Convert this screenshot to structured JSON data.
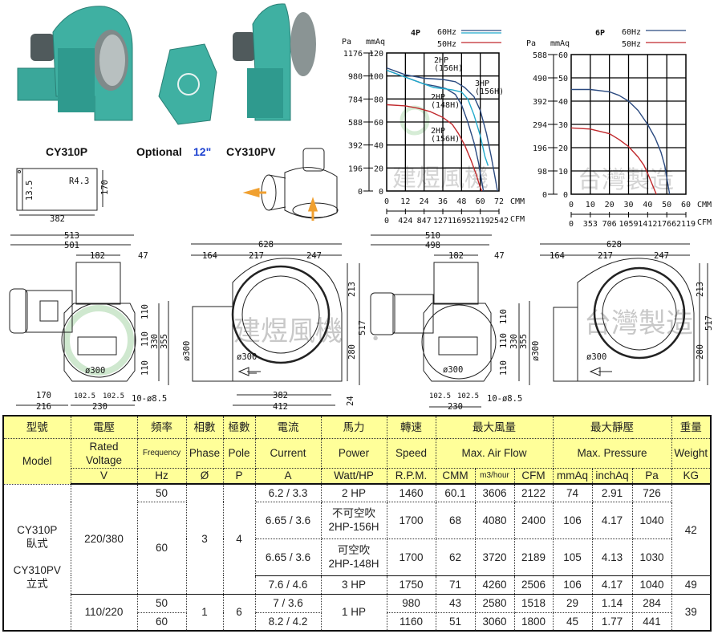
{
  "products": {
    "horizontal_label": "CY310P",
    "optional_label": "Optional",
    "optional_size": "12\"",
    "vertical_label": "CY310PV"
  },
  "watermark": {
    "text_left": "建煜風機",
    "dot": "．",
    "text_right": "台灣製造",
    "photo_badge": "建煜風機 台灣製造"
  },
  "plate_drawing": {
    "r": "R4.3",
    "h": "13.5",
    "height": "170",
    "width": "382"
  },
  "drawings": {
    "view1": [
      "513",
      "501",
      "182",
      "47",
      "110",
      "110",
      "110",
      "330",
      "355",
      "170",
      "102.5",
      "102.5",
      "10-ø8.5",
      "216",
      "230",
      "ø300"
    ],
    "view2": [
      "628",
      "164",
      "217",
      "247",
      "213",
      "517",
      "280",
      "ø300",
      "ø300",
      "382",
      "412",
      "24"
    ],
    "view3": [
      "510",
      "498",
      "182",
      "47",
      "110",
      "110",
      "110",
      "330",
      "355",
      "ø300",
      "102.5",
      "102.5",
      "10-ø8.5",
      "230"
    ],
    "view4": [
      "628",
      "164",
      "217",
      "247",
      "213",
      "517",
      "280",
      "ø300",
      "ø300"
    ]
  },
  "colors": {
    "dark_blue": "#2b4a80",
    "cyan": "#22aacc",
    "red": "#c0282c",
    "header_bg": "#ffff99",
    "teal": "#3aa79a"
  },
  "chart_data": [
    {
      "type": "line",
      "title": "4P",
      "legend": [
        {
          "label": "60Hz",
          "colors": [
            "#2b4a80",
            "#22aacc"
          ]
        },
        {
          "label": "50Hz",
          "colors": [
            "#c0282c"
          ]
        }
      ],
      "legend_placement": "top-right",
      "ylabel_left": "Pa",
      "ylabel": "mmAq",
      "xlabel": "CMM",
      "xlabel2": "CFM",
      "xlim": [
        0,
        72
      ],
      "ylim": [
        0,
        120
      ],
      "x_ticks": [
        "0",
        "12",
        "24",
        "36",
        "48",
        "60",
        "72"
      ],
      "y_ticks": [
        "0",
        "20",
        "40",
        "60",
        "80",
        "100",
        "120"
      ],
      "pa_ticks": [
        "0",
        "196",
        "392",
        "588",
        "784",
        "980",
        "1176"
      ],
      "cfm_ticks": [
        "0",
        "424",
        "847",
        "1271",
        "1695",
        "2119",
        "2542"
      ],
      "grid": true,
      "series": [
        {
          "name": "3HP (156H) 60Hz",
          "color": "#2b4a80",
          "x": [
            0,
            12,
            24,
            36,
            44,
            50,
            56,
            60,
            64,
            67,
            70,
            71
          ],
          "y": [
            107,
            101,
            98,
            97,
            95,
            90,
            82,
            70,
            50,
            30,
            8,
            0
          ]
        },
        {
          "name": "2HP (148H) 60Hz",
          "color": "#2b4a80",
          "x": [
            0,
            12,
            24,
            32,
            38,
            44,
            48,
            52,
            56,
            59,
            61,
            62
          ],
          "y": [
            105,
            99,
            93,
            91,
            89,
            84,
            75,
            60,
            42,
            24,
            8,
            0
          ]
        },
        {
          "name": "2HP (156H) 60Hz",
          "color": "#22aacc",
          "x": [
            0,
            12,
            24,
            30,
            36,
            42,
            48,
            52,
            56,
            60,
            63,
            65
          ],
          "y": [
            105,
            99,
            93,
            90,
            89,
            88,
            86,
            80,
            66,
            48,
            30,
            22
          ]
        },
        {
          "name": "2HP (156H) 50Hz",
          "color": "#c0282c",
          "x": [
            0,
            12,
            20,
            28,
            36,
            42,
            46,
            50,
            54,
            57,
            60,
            61
          ],
          "y": [
            75,
            74,
            72,
            69,
            64,
            58,
            50,
            40,
            27,
            16,
            3,
            0
          ]
        }
      ],
      "annotations": [
        {
          "text": [
            "2HP",
            "(156H)"
          ],
          "color": "#22aacc"
        },
        {
          "text": [
            "3HP",
            "(156H)"
          ],
          "color": "#2b4a80"
        },
        {
          "text": [
            "2HP",
            "(148H)"
          ],
          "color": "#2b4a80"
        },
        {
          "text": [
            "2HP",
            "(156H)"
          ],
          "color": "#c0282c"
        }
      ]
    },
    {
      "type": "line",
      "title": "6P",
      "legend": [
        {
          "label": "60Hz",
          "colors": [
            "#2b4a80"
          ]
        },
        {
          "label": "50Hz",
          "colors": [
            "#c0282c"
          ]
        }
      ],
      "legend_placement": "top-right",
      "ylabel_left": "Pa",
      "ylabel": "mmAq",
      "xlabel": "CMM",
      "xlabel2": "CFM",
      "xlim": [
        0,
        60
      ],
      "ylim": [
        0,
        60
      ],
      "x_ticks": [
        "0",
        "10",
        "20",
        "30",
        "40",
        "50",
        "60"
      ],
      "y_ticks": [
        "0",
        "10",
        "20",
        "30",
        "40",
        "50",
        "60"
      ],
      "pa_ticks": [
        "0",
        "98",
        "196",
        "294",
        "392",
        "490",
        "588"
      ],
      "cfm_ticks": [
        "0",
        "353",
        "706",
        "1059",
        "1412",
        "1766",
        "2119"
      ],
      "grid": true,
      "series": [
        {
          "name": "60Hz",
          "color": "#2b4a80",
          "x": [
            0,
            10,
            20,
            25,
            30,
            35,
            40,
            44,
            47,
            49,
            50,
            51.5
          ],
          "y": [
            45,
            45,
            44,
            42.5,
            40,
            36,
            30,
            24,
            18,
            12,
            7,
            0
          ]
        },
        {
          "name": "50Hz",
          "color": "#c0282c",
          "x": [
            0,
            10,
            20,
            25,
            30,
            35,
            38,
            40,
            42,
            43.5,
            44.5
          ],
          "y": [
            28.5,
            28,
            26,
            23.5,
            20.5,
            16,
            12.5,
            9,
            5,
            2,
            0
          ]
        }
      ],
      "annotations": []
    }
  ],
  "table": {
    "headers_zh": [
      "型號",
      "電壓",
      "頻率",
      "相數",
      "極數",
      "電流",
      "馬力",
      "轉速",
      "最大風量",
      "最大靜壓",
      "重量"
    ],
    "headers_en": [
      "Model",
      "Rated Voltage",
      "Frequency",
      "Phase",
      "Pole",
      "Current",
      "Power",
      "Speed",
      "Max. Air Flow",
      "Max. Pressure",
      "Weight"
    ],
    "units": [
      "V",
      "Hz",
      "Ø",
      "P",
      "A",
      "Watt/HP",
      "R.P.M.",
      "CMM",
      "m3/hour",
      "CFM",
      "mmAq",
      "inchAq",
      "Pa",
      "KG"
    ],
    "model": [
      "CY310P",
      "臥式",
      "CY310PV",
      "立式"
    ],
    "voltage": [
      "220/380",
      "110/220"
    ],
    "frequency": [
      "50",
      "60",
      "50",
      "60"
    ],
    "phase": [
      "3",
      "1"
    ],
    "pole": [
      "4",
      "6"
    ],
    "weight": [
      "42",
      "49",
      "39"
    ],
    "rows": [
      {
        "current": "6.2 / 3.3",
        "power": [
          "2 HP"
        ],
        "rpm": "1460",
        "cmm": "60.1",
        "m3h": "3606",
        "cfm": "2122",
        "mmaq": "74",
        "inchaq": "2.91",
        "pa": "726"
      },
      {
        "current": "6.65 / 3.6",
        "power": [
          "不可空吹",
          "2HP-156H"
        ],
        "rpm": "1700",
        "cmm": "68",
        "m3h": "4080",
        "cfm": "2400",
        "mmaq": "106",
        "inchaq": "4.17",
        "pa": "1040"
      },
      {
        "current": "6.65 / 3.6",
        "power": [
          "可空吹",
          "2HP-148H"
        ],
        "rpm": "1700",
        "cmm": "62",
        "m3h": "3720",
        "cfm": "2189",
        "mmaq": "105",
        "inchaq": "4.13",
        "pa": "1030"
      },
      {
        "current": "7.6 / 4.6",
        "power": [
          "3 HP"
        ],
        "rpm": "1750",
        "cmm": "71",
        "m3h": "4260",
        "cfm": "2506",
        "mmaq": "106",
        "inchaq": "4.17",
        "pa": "1040"
      },
      {
        "current": "7 / 3.6",
        "power": [
          "1 HP"
        ],
        "rpm": "980",
        "cmm": "43",
        "m3h": "2580",
        "cfm": "1518",
        "mmaq": "29",
        "inchaq": "1.14",
        "pa": "284"
      },
      {
        "current": "8.2 / 4.2",
        "power": [],
        "rpm": "1160",
        "cmm": "51",
        "m3h": "3060",
        "cfm": "1800",
        "mmaq": "45",
        "inchaq": "1.77",
        "pa": "441"
      }
    ]
  }
}
